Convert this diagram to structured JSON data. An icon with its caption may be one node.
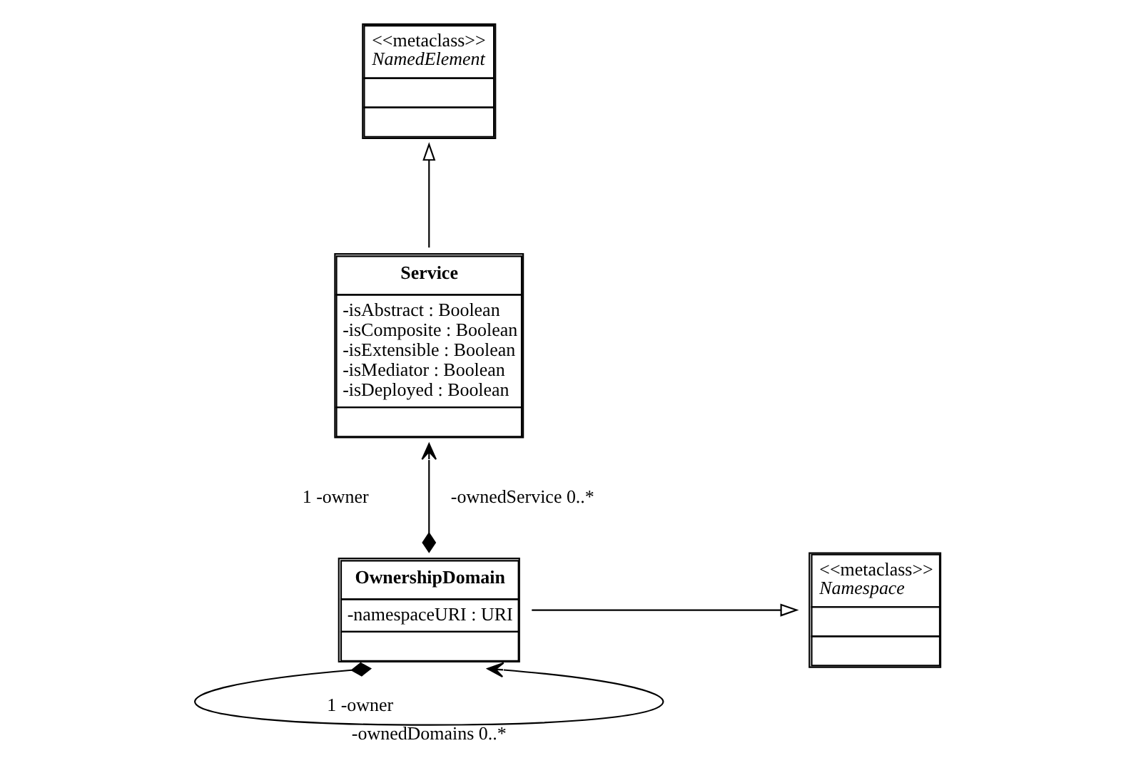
{
  "diagram": {
    "nodes": [
      {
        "text": [
          "<<metaclass>>",
          "NamedElement"
        ]
      },
      {
        "text": [
          "Service",
          "-isAbstract : Boolean",
          "-isComposite : Boolean",
          "-isExtensible : Boolean",
          "-isMediator : Boolean",
          "-isDeployed : Boolean"
        ]
      },
      {
        "text": [
          "OwnershipDomain",
          "-namespaceURI : URI"
        ]
      },
      {
        "text": [
          "<<metaclass>>",
          "Namespace"
        ]
      }
    ],
    "edges": [
      {
        "from": 1,
        "to": 0,
        "arrow": "to"
      },
      {
        "from": 2,
        "to": 1,
        "arrow": "to"
      },
      {
        "from": 2,
        "to": 3,
        "arrow": "to"
      },
      {
        "from": 2,
        "to": 2,
        "arrow": "to"
      }
    ],
    "labels": [
      "-ownedService",
      "0..*",
      "1",
      "-owner",
      "-owner",
      "1",
      "0..*",
      "-ownedDomains"
    ]
  }
}
